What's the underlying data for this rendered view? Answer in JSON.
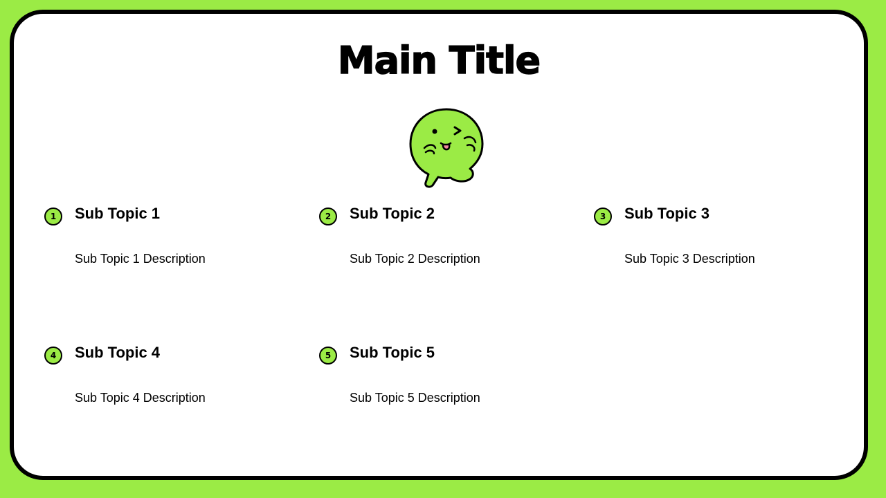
{
  "slide": {
    "title": "Main Title",
    "mascot_icon": "winking-green-blob-mascot-icon",
    "colors": {
      "background": "#9BEB45",
      "card": "#FFFFFF",
      "border": "#000000",
      "badge": "#9BEB45"
    }
  },
  "topics": [
    {
      "number": "1",
      "title": "Sub Topic 1",
      "description": "Sub Topic 1 Description"
    },
    {
      "number": "2",
      "title": "Sub Topic 2",
      "description": "Sub Topic 2 Description"
    },
    {
      "number": "3",
      "title": "Sub Topic 3",
      "description": "Sub Topic 3 Description"
    },
    {
      "number": "4",
      "title": "Sub Topic 4",
      "description": "Sub Topic 4 Description"
    },
    {
      "number": "5",
      "title": "Sub Topic 5",
      "description": "Sub Topic 5 Description"
    }
  ]
}
